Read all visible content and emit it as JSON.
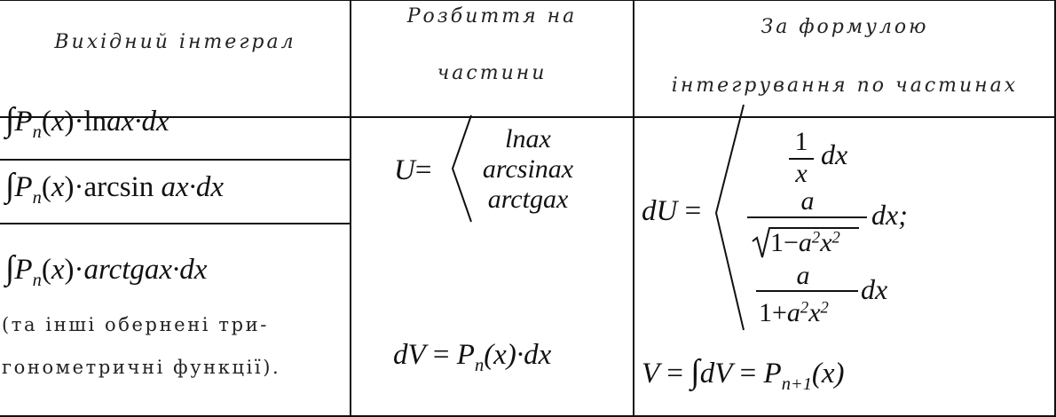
{
  "header": {
    "col1": "Вихідний інтеграл",
    "col2_line1": "Розбиття на",
    "col2_line2": "частини",
    "col3_line1": "За формулою",
    "col3_line2": "інтегрування по частинах"
  },
  "rows": {
    "ln": {
      "func": "ln",
      "arg": "ax",
      "rest": "·dx"
    },
    "arcsin": {
      "func": "arcsin",
      "arg": "ax",
      "rest": "·dx"
    },
    "arctg": {
      "func": "arctgax",
      "rest": "·dx"
    },
    "note_line1": "(та інші обернені три-",
    "note_line2": "гонометричні функції)."
  },
  "split": {
    "u_label": "U",
    "u_options": [
      "lnax",
      "arcsinax",
      "arctgax"
    ],
    "dv_label": "dV",
    "dv_rhs": "P",
    "dv_tail": "(x)·dx"
  },
  "formula": {
    "du_label": "dU",
    "frac1_num": "1",
    "frac1_den": "x",
    "frac1_tail": "dx",
    "frac2_num": "a",
    "frac2_den_pre": "√1−a",
    "frac2_den_mid": "x",
    "frac2_tail": "dx;",
    "frac3_num": "a",
    "frac3_den_pre": "1+a",
    "frac3_den_mid": "x",
    "frac3_tail": "dx",
    "v_lhs": "V",
    "v_mid": "dV",
    "v_rhs": "P",
    "v_sub": "n+1",
    "v_tail": "(x)"
  }
}
